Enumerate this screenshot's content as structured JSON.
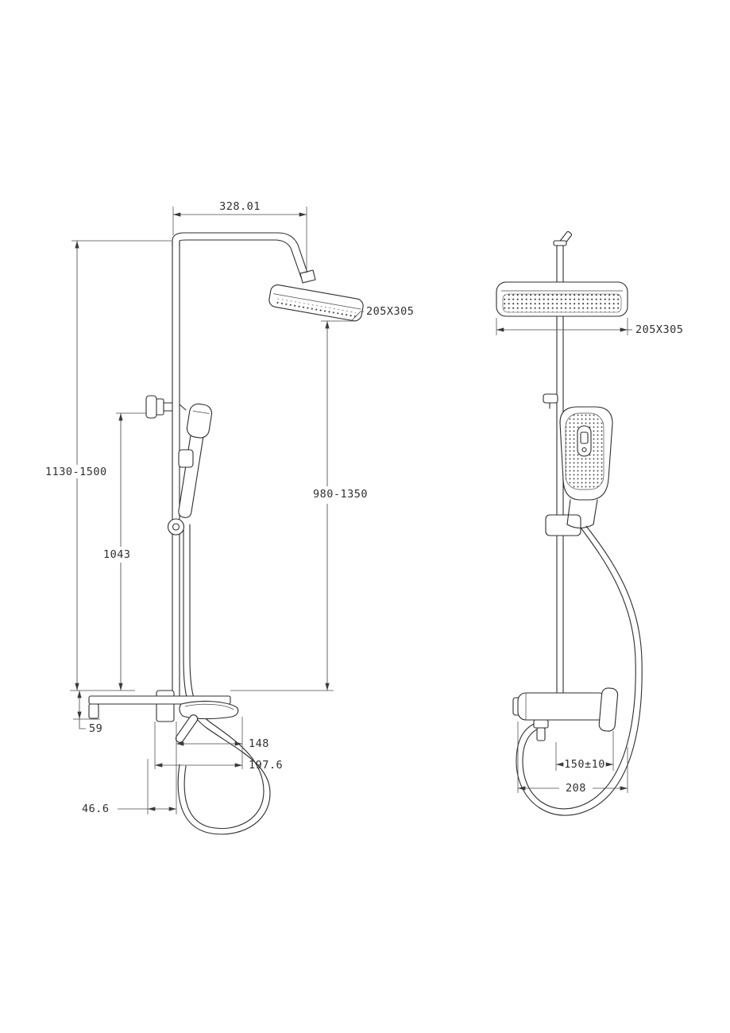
{
  "drawing": {
    "front": {
      "dims": {
        "top_width": "328.01",
        "head_size": "205X305",
        "overall_height": "1130-1500",
        "riser_height": "980-1350",
        "column_height": "1043",
        "deck_drop": "59",
        "spout_reach": "148",
        "spout_total": "197.6",
        "handle_offset": "46.6"
      }
    },
    "side": {
      "dims": {
        "head_size": "205X305",
        "outlet_spacing": "150±10",
        "body_width": "208"
      }
    },
    "style": {
      "line_color": "#2d2d2d",
      "text_color": "#2f2f2f",
      "background": "#ffffff"
    }
  }
}
